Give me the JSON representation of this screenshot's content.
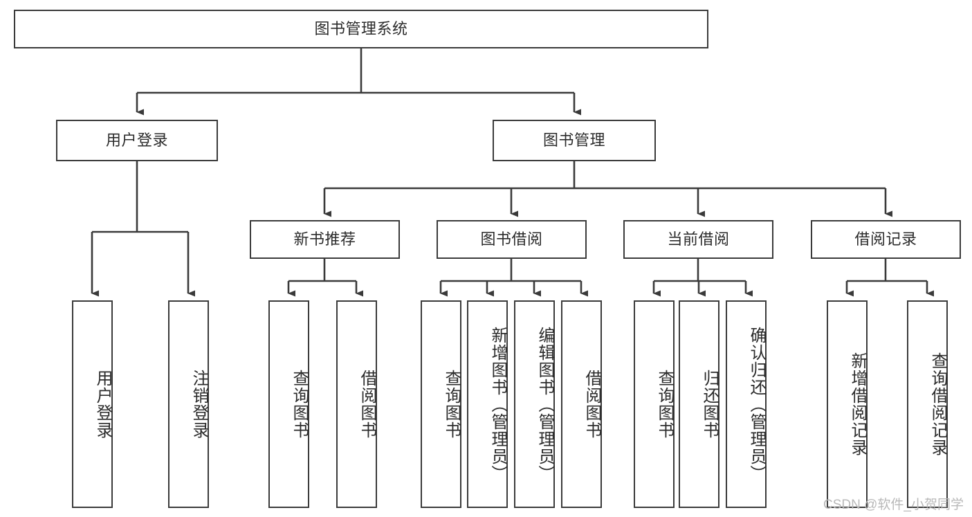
{
  "diagram": {
    "title": "图书管理系统",
    "type": "hierarchy-tree",
    "watermark": "CSDN @软件_小贺同学",
    "colors": {
      "box_border": "#3a3a3a",
      "box_fill": "#ffffff",
      "connector": "#3a3a3a",
      "text": "#2b2b2b",
      "watermark": "#b9b9b9",
      "background": "#ffffff"
    },
    "root": {
      "label": "图书管理系统"
    },
    "level2": [
      {
        "id": "user-login",
        "label": "用户登录"
      },
      {
        "id": "book-management",
        "label": "图书管理"
      }
    ],
    "level3": [
      {
        "id": "new-book-recommend",
        "label": "新书推荐",
        "parent": "book-management"
      },
      {
        "id": "book-borrow",
        "label": "图书借阅",
        "parent": "book-management"
      },
      {
        "id": "current-borrow",
        "label": "当前借阅",
        "parent": "book-management"
      },
      {
        "id": "borrow-record",
        "label": "借阅记录",
        "parent": "book-management"
      }
    ],
    "leaves": [
      {
        "id": "leaf-user-login",
        "label": "用户登录",
        "parent": "user-login"
      },
      {
        "id": "leaf-logout-login",
        "label": "注销登录",
        "parent": "user-login"
      },
      {
        "id": "leaf-query-book-1",
        "label": "查询图书",
        "parent": "new-book-recommend"
      },
      {
        "id": "leaf-borrow-book-1",
        "label": "借阅图书",
        "parent": "new-book-recommend"
      },
      {
        "id": "leaf-query-book-2",
        "label": "查询图书",
        "parent": "book-borrow"
      },
      {
        "id": "leaf-add-book",
        "label": "新增图书（管理员）",
        "parent": "book-borrow"
      },
      {
        "id": "leaf-edit-book",
        "label": "编辑图书（管理员）",
        "parent": "book-borrow"
      },
      {
        "id": "leaf-borrow-book-2",
        "label": "借阅图书",
        "parent": "book-borrow"
      },
      {
        "id": "leaf-query-book-3",
        "label": "查询图书",
        "parent": "current-borrow"
      },
      {
        "id": "leaf-return-book",
        "label": "归还图书",
        "parent": "current-borrow"
      },
      {
        "id": "leaf-confirm-return",
        "label": "确认归还（管理员）",
        "parent": "current-borrow"
      },
      {
        "id": "leaf-add-record",
        "label": "新增借阅记录",
        "parent": "borrow-record"
      },
      {
        "id": "leaf-query-record",
        "label": "查询借阅记录",
        "parent": "borrow-record"
      }
    ]
  }
}
